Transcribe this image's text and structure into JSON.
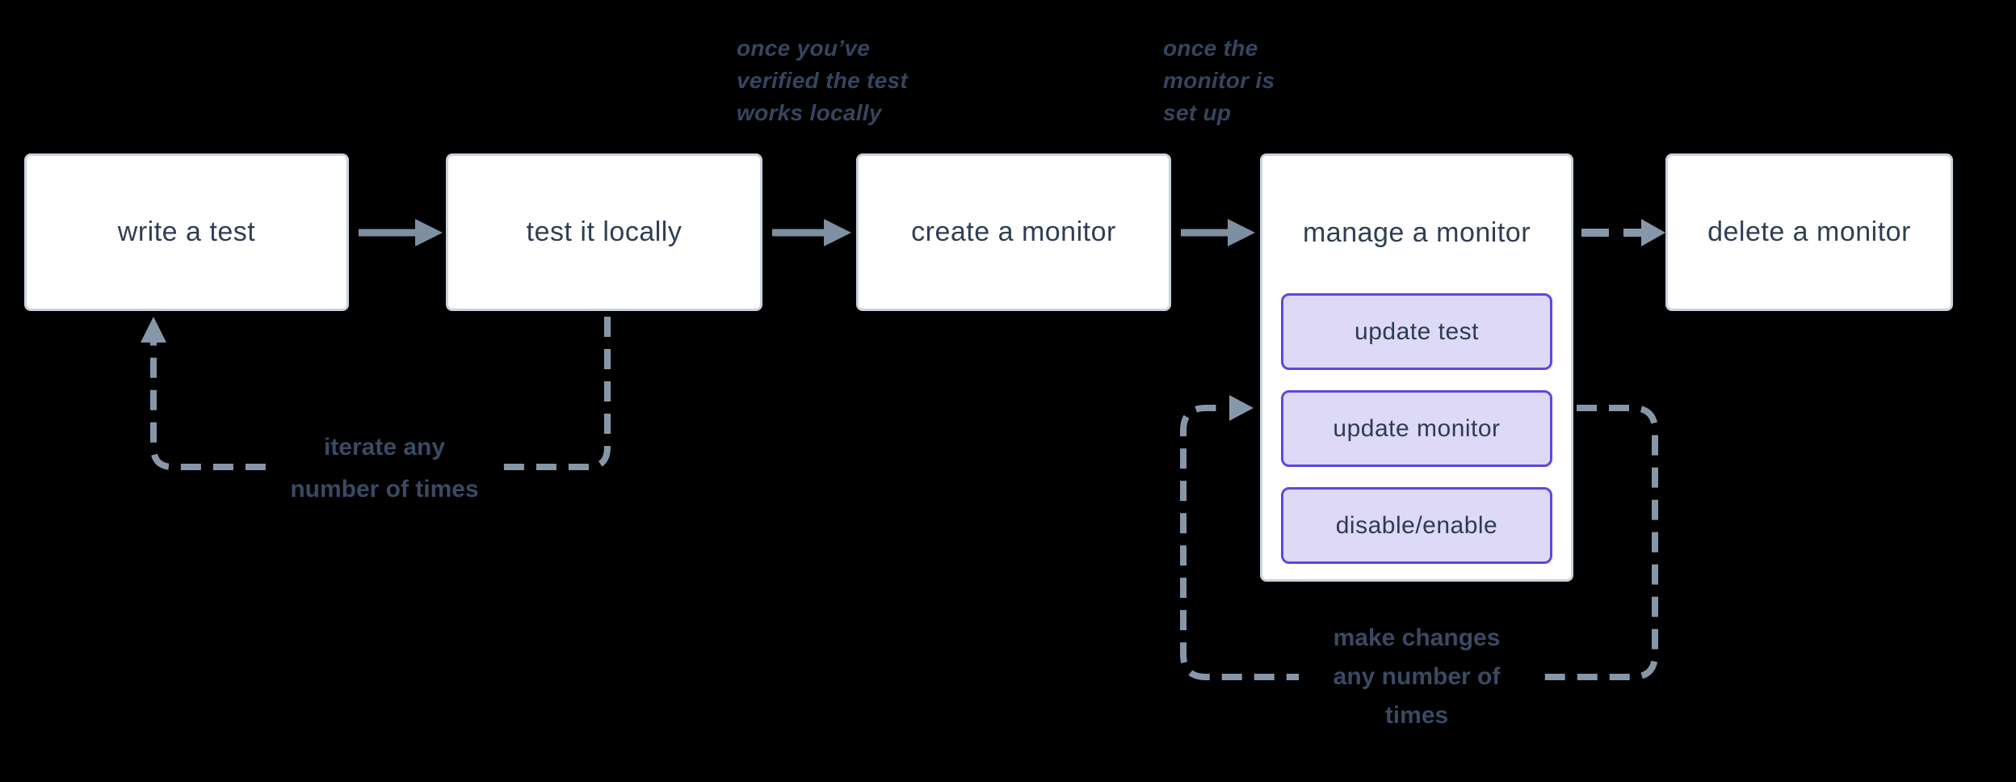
{
  "diagram": {
    "background_color": "#000000",
    "colors": {
      "box_fill": "#ffffff",
      "box_border": "#c9d3de",
      "box_text": "#2e3f54",
      "solid_arrow": "#7e8fa1",
      "dashed_arrow": "#8697a9",
      "sub_button_fill": "#ddd9f6",
      "sub_button_border": "#5a49e2",
      "annotation_text": "#36455e",
      "loop_label_text": "#3a4a63"
    },
    "nodes": [
      {
        "id": "write-test",
        "label": "write a test"
      },
      {
        "id": "test-locally",
        "label": "test it locally"
      },
      {
        "id": "create-monitor",
        "label": "create a monitor"
      },
      {
        "id": "manage-monitor",
        "label": "manage a monitor",
        "children": [
          {
            "id": "update-test",
            "label": "update test"
          },
          {
            "id": "update-monitor",
            "label": "update monitor"
          },
          {
            "id": "disable-enable",
            "label": "disable/enable"
          }
        ]
      },
      {
        "id": "delete-monitor",
        "label": "delete a monitor"
      }
    ],
    "annotations": [
      {
        "id": "verified-note",
        "lines": [
          "once you’ve",
          "verified the test",
          "works locally"
        ]
      },
      {
        "id": "setup-note",
        "lines": [
          "once the",
          "monitor is",
          "set up"
        ]
      }
    ],
    "loop_labels": [
      {
        "id": "iterate-label",
        "lines": [
          "iterate any",
          "number of times"
        ]
      },
      {
        "id": "changes-label",
        "lines": [
          "make changes",
          "any number of",
          "times"
        ]
      }
    ]
  }
}
